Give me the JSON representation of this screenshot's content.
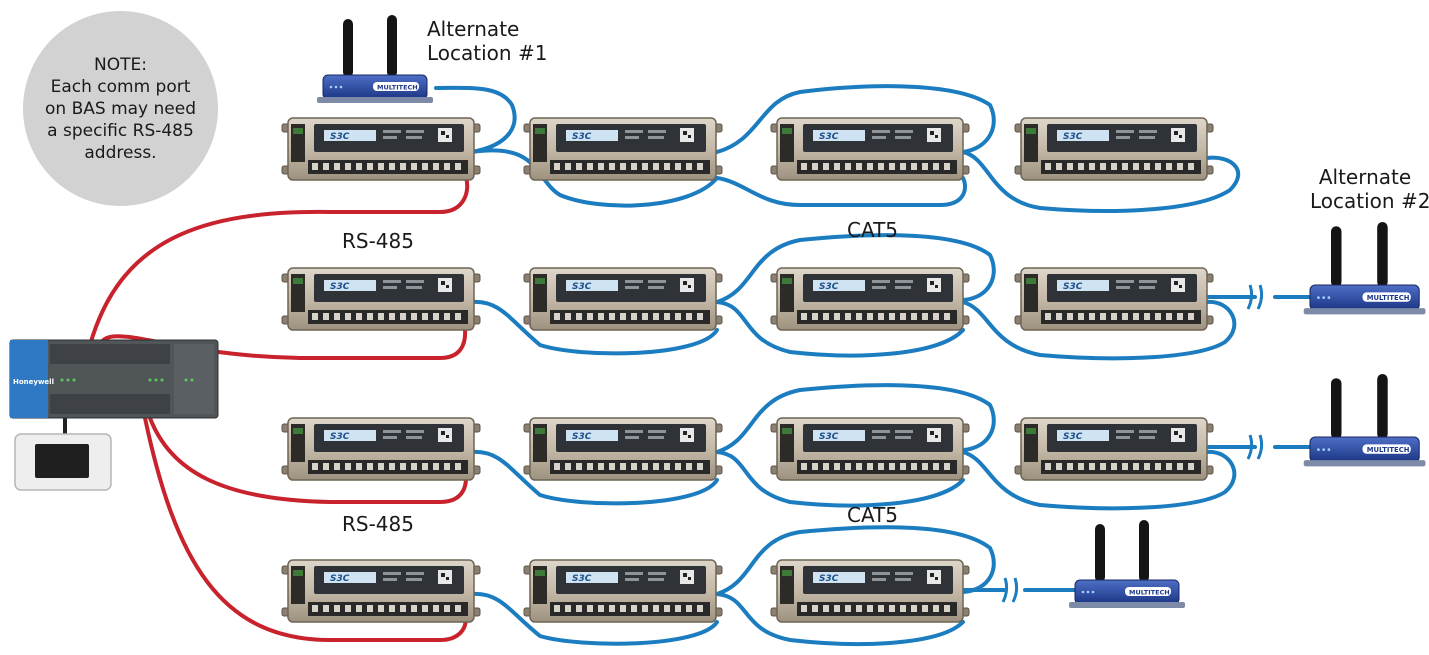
{
  "note": {
    "lines": [
      "NOTE:",
      "Each comm port",
      "on BAS may need",
      "a specific RS-485",
      "address."
    ]
  },
  "labels": {
    "alt1_line1": "Alternate",
    "alt1_line2": "Location #1",
    "alt2_line1": "Alternate",
    "alt2_line2": "Location #2",
    "rs485_top": "RS-485",
    "rs485_bottom": "RS-485",
    "cat5_top": "CAT5",
    "cat5_bottom": "CAT5"
  },
  "devices": {
    "controller_brand": "Honeywell",
    "router_brand": "MULTITECH",
    "meter_badge": "S3C"
  },
  "colors": {
    "rs485_cable": "#c8232c",
    "cat5_cable": "#1c7cc0",
    "meter_body": "#c4b8a7",
    "router_body": "#2a4aa0",
    "controller_body": "#505558",
    "controller_accent": "#2f78c4",
    "note_bg": "#d2d2d2"
  }
}
